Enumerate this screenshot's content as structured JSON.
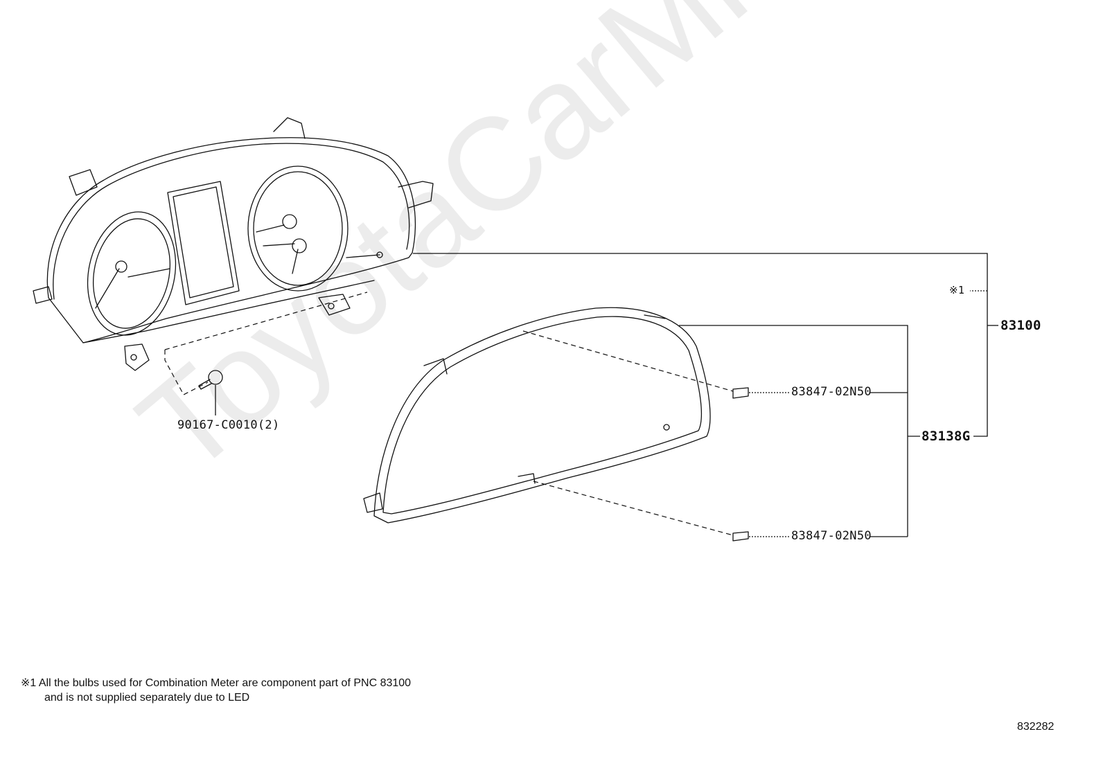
{
  "watermark": "ToyotaCarMine.ru",
  "parts": {
    "screw": "90167-C0010(2)",
    "meter_assembly": "83100",
    "glass": "83138G",
    "clip_upper": "83847-02N50",
    "clip_lower": "83847-02N50",
    "note_ref": "※1"
  },
  "footnote": {
    "line1": "※1 All the bulbs used for Combination Meter are component part of PNC 83100",
    "line2": "and is not supplied separately due to LED"
  },
  "figure_id": "832282"
}
